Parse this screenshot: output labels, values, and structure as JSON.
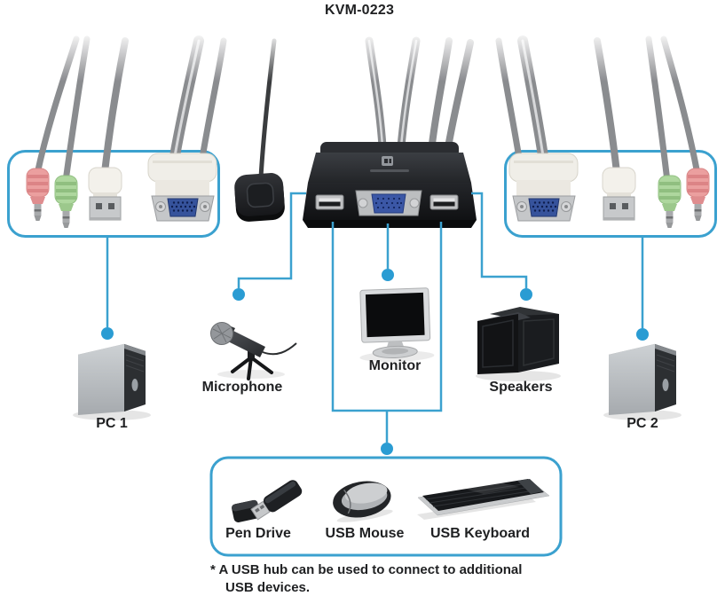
{
  "title": "KVM-0223",
  "colors": {
    "accent": "#3ba1cf",
    "dot": "#2a9cd3",
    "cable": "#8a8c8f",
    "text": "#1f2022"
  },
  "devices": {
    "pc1": {
      "label": "PC 1"
    },
    "pc2": {
      "label": "PC 2"
    },
    "microphone": {
      "label": "Microphone"
    },
    "monitor": {
      "label": "Monitor"
    },
    "speakers": {
      "label": "Speakers"
    },
    "pen_drive": {
      "label": "Pen Drive"
    },
    "usb_mouse": {
      "label": "USB Mouse"
    },
    "usb_keyboard": {
      "label": "USB Keyboard"
    }
  },
  "footnote": {
    "line1": "* A USB hub can be used to connect to additional",
    "line2": "USB devices."
  }
}
